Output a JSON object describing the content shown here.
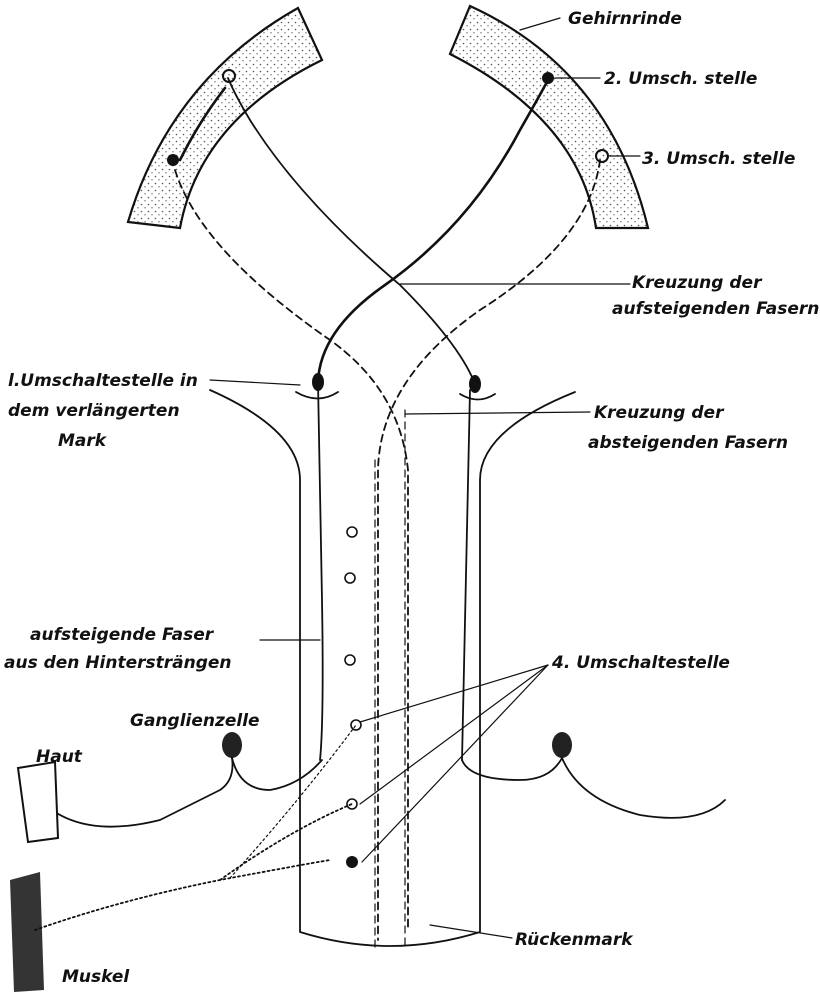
{
  "labels": {
    "cortex": "Gehirnrinde",
    "relay2": "2. Umsch. stelle",
    "relay3": "3. Umsch. stelle",
    "cross_asc_1": "Kreuzung der",
    "cross_asc_2": "aufsteigenden Fasern",
    "relay1_1": "l.Umschaltestelle in",
    "relay1_2": "dem verlängerten",
    "relay1_3": "Mark",
    "cross_desc_1": "Kreuzung der",
    "cross_desc_2": "absteigenden Fasern",
    "asc_fiber_1": "aufsteigende Faser",
    "asc_fiber_2": "aus den Hintersträngen",
    "relay4": "4. Umschaltestelle",
    "ganglion": "Ganglienzelle",
    "skin": "Haut",
    "spinal_cord": "Rückenmark",
    "muscle": "Muskel"
  },
  "colors": {
    "ink": "#111111",
    "stipple": "#555555",
    "paper": "#ffffff"
  }
}
